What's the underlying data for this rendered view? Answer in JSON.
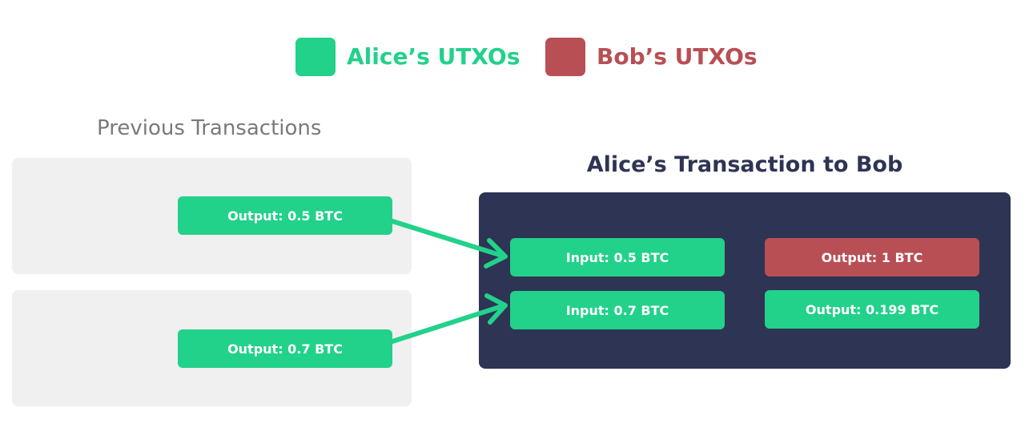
{
  "colors": {
    "alice": "#22d18a",
    "bob": "#b84f55",
    "dark_panel": "#2e3453",
    "light_panel": "#f0f0f0",
    "muted_text": "#7a7a7a"
  },
  "legend": {
    "alice_label": "Alice’s UTXOs",
    "bob_label": "Bob’s UTXOs"
  },
  "previous": {
    "title": "Previous Transactions",
    "outputs": [
      "Output: 0.5 BTC",
      "Output: 0.7 BTC"
    ]
  },
  "transaction": {
    "title": "Alice’s Transaction to Bob",
    "inputs": [
      "Input: 0.5 BTC",
      "Input: 0.7 BTC"
    ],
    "outputs": [
      {
        "label": "Output: 1 BTC",
        "owner": "bob"
      },
      {
        "label": "Output: 0.199 BTC",
        "owner": "alice"
      }
    ]
  }
}
